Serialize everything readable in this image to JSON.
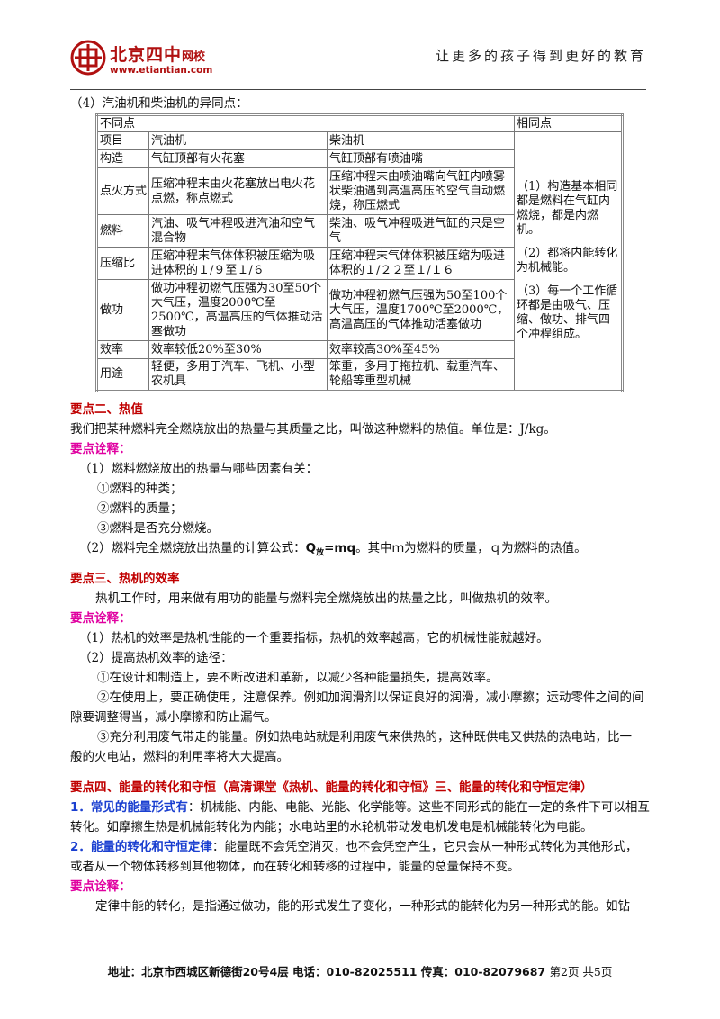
{
  "header": {
    "logo_cn": "北京四中",
    "logo_cn_small": "网校",
    "logo_url": "www.etiantian.com",
    "slogan": "让更多的孩子得到更好的教育"
  },
  "section4_title": "（4）汽油机和柴油机的异同点：",
  "table": {
    "diff_header": "不同点",
    "same_header": "相同点",
    "col_item": "项目",
    "col_gas": "汽油机",
    "col_diesel": "柴油机",
    "rows": [
      {
        "item": "构造",
        "gas": "气缸顶部有火花塞",
        "diesel": "气缸顶部有喷油嘴"
      },
      {
        "item": "点火方式",
        "gas": "压缩冲程末由火花塞放出电火花点燃，称点燃式",
        "diesel": "压缩冲程末由喷油嘴向气缸内喷雾状柴油遇到高温高压的空气自动燃烧，称压燃式"
      },
      {
        "item": "燃料",
        "gas": "汽油、吸气冲程吸进汽油和空气混合物",
        "diesel": "柴油、吸气冲程吸进气缸的只是空气"
      },
      {
        "item": "压缩比",
        "gas": "压缩冲程末气体体积被压缩为吸进体积的１/９至１/６",
        "diesel": "压缩冲程末气体体积被压缩为吸进体积的１/２２至１/１６"
      },
      {
        "item": "做功",
        "gas": "做功冲程初燃气压强为30至50个大气压，温度2000℃至2500℃，高温高压的气体推动活塞做功",
        "diesel": "做功冲程初燃气压强为50至100个大气压，温度1700℃至2000℃，高温高压的气体推动活塞做功"
      },
      {
        "item": "效率",
        "gas": "效率较低20%至30%",
        "diesel": "效率较高30%至45%"
      },
      {
        "item": "用途",
        "gas": "轻便，多用于汽车、飞机、小型农机具",
        "diesel": "笨重，多用于拖拉机、载重汽车、轮船等重型机械"
      }
    ],
    "same_points": [
      "（1）构造基本相同都是燃料在气缸内燃烧，都是内燃机。",
      "（2）都将内能转化为机械能。",
      "（3）每一个工作循环都是由吸气、压缩、做功、排气四个冲程组成。"
    ]
  },
  "p2": {
    "title": "要点二、热值",
    "def": "我们把某种燃料完全燃烧放出的热量与其质量之比，叫做这种燃料的热值。单位是：J/kg。",
    "note_title": "要点诠释：",
    "n1": "（1）燃料燃烧放出的热量与哪些因素有关：",
    "n1a": "①燃料的种类；",
    "n1b": "②燃料的质量；",
    "n1c": "③燃料是否充分燃烧。",
    "n2_pre": "（2）燃料完全燃烧放出热量的计算公式：",
    "formula_q": "Q",
    "formula_sub": "放",
    "formula_rest": "=mq",
    "n2_post": "。其中ｍ为燃料的质量，ｑ为燃料的热值。"
  },
  "p3": {
    "title": "要点三、热机的效率",
    "def": "热机工作时，用来做有用功的能量与燃料完全燃烧放出的热量之比，叫做热机的效率。",
    "note_title": "要点诠释：",
    "n1": "（1）热机的效率是热机性能的一个重要指标，热机的效率越高，它的机械性能就越好。",
    "n2": "（2）提高热机效率的途径：",
    "n2a": "①在设计和制造上，要不断改进和革新，以减少各种能量损失，提高效率。",
    "n2b1": "②在使用上，要正确使用，注意保养。例如加润滑剂以保证良好的润滑，减小摩擦；运动零件之间的间",
    "n2b2": "隙要调整得当，减小摩擦和防止漏气。",
    "n2c1": "③充分利用废气带走的能量。例如热电站就是利用废气来供热的，这种既供电又供热的热电站，比一",
    "n2c2": "般的火电站，燃料的利用率将大大提高。"
  },
  "p4": {
    "title": "要点四、能量的转化和守恒（高清课堂《热机、能量的转化和守恒》三、能量的转化和守恒定律）",
    "l1_head": "1．常见的能量形式有",
    "l1_body": "：机械能、内能、电能、光能、化学能等。这些不同形式的能在一定的条件下可以相互",
    "l1_body2": "转化。如摩擦生热是机械能转化为内能；水电站里的水轮机带动发电机发电是机械能转化为电能。",
    "l2_head": "2．能量的转化和守恒定律",
    "l2_body": "：能量既不会凭空消灭，也不会凭空产生，它只会从一种形式转化为其他形式，",
    "l2_body2": "或者从一个物体转移到其他物体，而在转化和转移的过程中，能量的总量保持不变。",
    "note_title": "要点诠释：",
    "last": "定律中能的转化，是指通过做功，能的形式发生了变化，一种形式的能转化为另一种形式的能。如钻"
  },
  "footer": {
    "address": "地址：北京市西城区新德街20号4层  电话：010-82025511  传真：010-82079687",
    "page": "第2页  共5页"
  }
}
